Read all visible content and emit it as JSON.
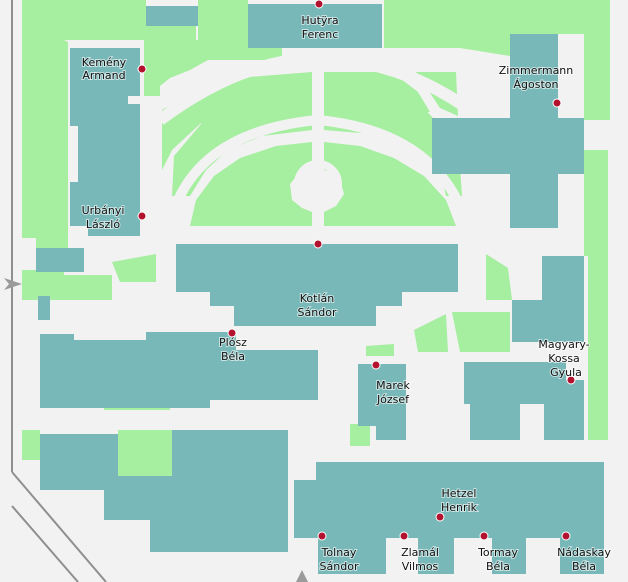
{
  "map": {
    "buildings": [
      {
        "id": "hutyra",
        "line1": "Hutÿra",
        "line2": "Ferenc"
      },
      {
        "id": "kemeny",
        "line1": "Kemény",
        "line2": "Armand"
      },
      {
        "id": "zimmermann",
        "line1": "Zimmermann",
        "line2": "Ágoston"
      },
      {
        "id": "urbanyi",
        "line1": "Urbányi",
        "line2": "László"
      },
      {
        "id": "kotlan",
        "line1": "Kotlán",
        "line2": "Sándor"
      },
      {
        "id": "plosz",
        "line1": "Plósz",
        "line2": "Béla"
      },
      {
        "id": "marek",
        "line1": "Marek",
        "line2": "József"
      },
      {
        "id": "magyary",
        "line1": "Magyary-",
        "line2": "Kossa",
        "line3": "Gyula"
      },
      {
        "id": "hetzel",
        "line1": "Hetzel",
        "line2": "Henrik"
      },
      {
        "id": "tolnay",
        "line1": "Tolnay",
        "line2": "Sándor"
      },
      {
        "id": "zlamal",
        "line1": "Zlamál",
        "line2": "Vilmos"
      },
      {
        "id": "tormay",
        "line1": "Tormay",
        "line2": "Béla"
      },
      {
        "id": "nadaskay",
        "line1": "Nádaskay",
        "line2": "Béla"
      }
    ],
    "colors": {
      "background": "#f2f2f2",
      "grass": "#a6eea0",
      "building": "#79b8b8",
      "marker": "#b3122e",
      "edge": "#8f8f8f"
    },
    "entrances": [
      "entrance-arrow-left",
      "entrance-arrow-bottom"
    ]
  }
}
